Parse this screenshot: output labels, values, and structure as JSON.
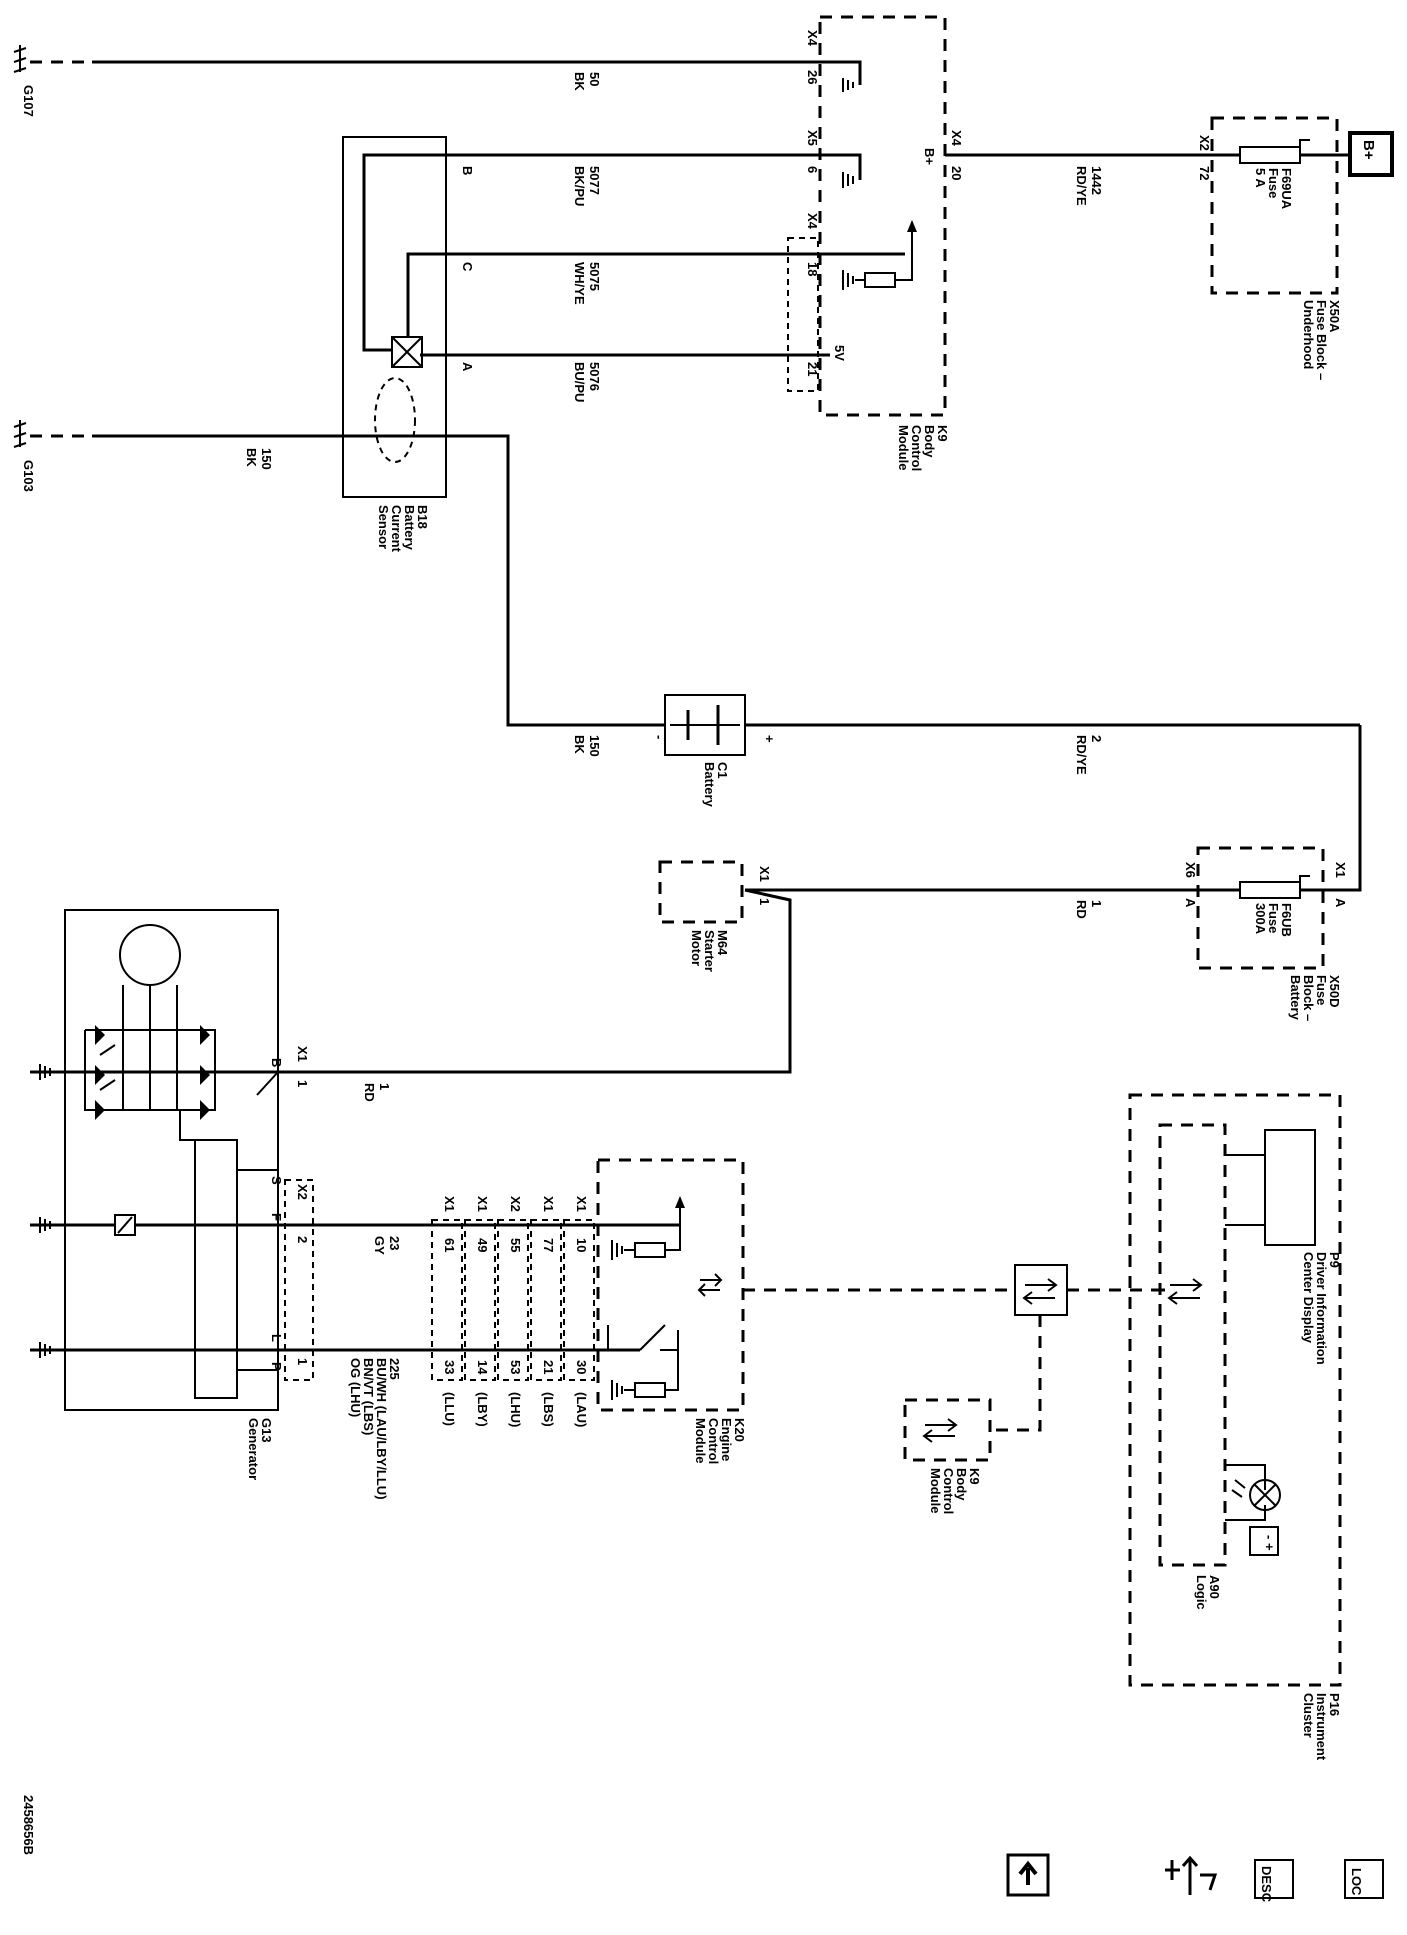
{
  "diagram_id": "2458656B",
  "grounds": {
    "g107": "G107",
    "g103": "G103"
  },
  "b_plus": "B+",
  "bcm": {
    "id": "K9",
    "name": [
      "Body",
      "Control",
      "Module"
    ],
    "bplus": "B+",
    "x4_top": "X4",
    "pin26": "26",
    "x5": "X5",
    "pin6": "6",
    "x4_mid": "X4",
    "pin18": "18",
    "pin21": "21",
    "v5": "5V",
    "x4_right": "X4",
    "pin20": "20"
  },
  "sensor": {
    "id": "B18",
    "name": [
      "Battery",
      "Current",
      "Sensor"
    ],
    "pinB": "B",
    "pinC": "C",
    "pinA": "A"
  },
  "wires": {
    "w50": [
      "50",
      "BK"
    ],
    "w5077": [
      "5077",
      "BK/PU"
    ],
    "w5075": [
      "5075",
      "WH/YE"
    ],
    "w5076": [
      "5076",
      "BU/PU"
    ],
    "w150a": [
      "150",
      "BK"
    ],
    "w150b": [
      "150",
      "BK"
    ],
    "w1442": [
      "1442",
      "RD/YE"
    ],
    "w2": [
      "2",
      "RD/YE"
    ],
    "w1a": [
      "1",
      "RD"
    ],
    "w1b": [
      "1",
      "RD"
    ],
    "w23": [
      "23",
      "GY"
    ],
    "w225": [
      "225",
      "BU/WH (LAU/LBY/LLU)",
      "BN/VT (LBS)",
      "OG (LHU)"
    ]
  },
  "fuse_underhood": {
    "id": "X50A",
    "name": [
      "Fuse Block –",
      "Underhood"
    ],
    "x2": "X2",
    "pin72": "72",
    "fuse": [
      "F69UA",
      "Fuse",
      "5 A"
    ]
  },
  "fuse_battery": {
    "id": "X50D",
    "name": [
      "Fuse",
      "Block –",
      "Battery"
    ],
    "x6": "X6",
    "a1": "A",
    "x1": "X1",
    "a2": "A",
    "fuse": [
      "F6UB",
      "Fuse",
      "300A"
    ]
  },
  "battery": {
    "id": "C1",
    "name": "Battery",
    "neg": "-",
    "pos": "+"
  },
  "starter": {
    "id": "M64",
    "name": [
      "Starter",
      "Motor"
    ],
    "x1": "X1",
    "pin1": "1"
  },
  "generator": {
    "id": "G13",
    "name": "Generator",
    "x1": "X1",
    "pinB": "B",
    "pin1": "1",
    "x2": "X2",
    "pinS": "S",
    "pinF": "F",
    "pin2": "2",
    "pinL": "L",
    "pinP": "P",
    "pin1b": "1"
  },
  "ecm": {
    "id": "K20",
    "name": [
      "Engine",
      "Control",
      "Module"
    ],
    "conns": [
      "X1",
      "X1",
      "X2",
      "X1",
      "X1"
    ],
    "f_pins": [
      "61",
      "49",
      "55",
      "77",
      "10"
    ],
    "l_pins": [
      "33",
      "14",
      "53",
      "21",
      "30"
    ],
    "variants": [
      "(LLU)",
      "(LBY)",
      "(LHU)",
      "(LBS)",
      "(LAU)"
    ]
  },
  "bcm2": {
    "id": "K9",
    "name": [
      "Body",
      "Control",
      "Module"
    ]
  },
  "cluster": {
    "id": "P16",
    "name": [
      "Instrument",
      "Cluster"
    ],
    "logic_id": "A90",
    "logic_name": "Logic",
    "dic_id": "P9",
    "dic_name": [
      "Driver Information",
      "Center Display"
    ]
  },
  "nav": {
    "loc": "LOC",
    "desc": "DESC",
    "back": "diagnostics-icon",
    "up": "up-arrow-icon"
  }
}
